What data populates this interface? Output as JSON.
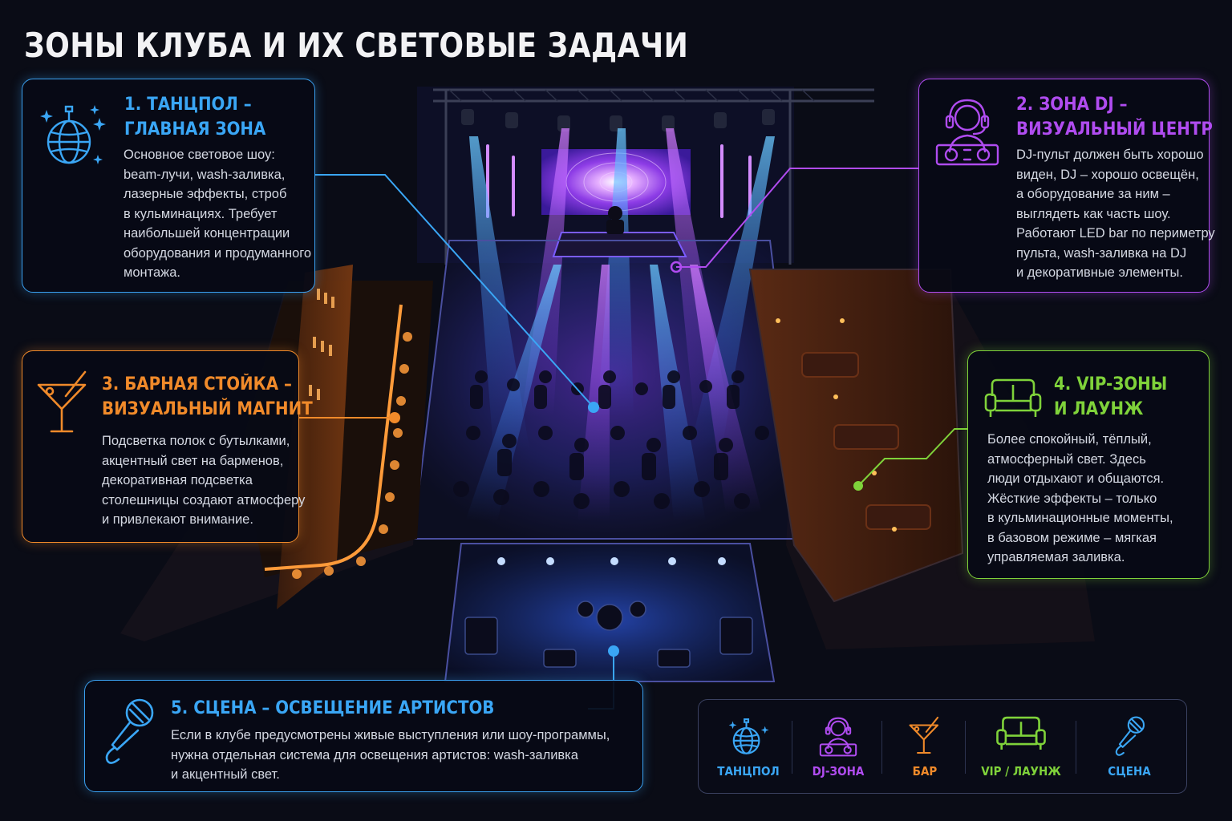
{
  "title": "ЗОНЫ КЛУБА И ИХ СВЕТОВЫЕ ЗАДАЧИ",
  "colors": {
    "background": "#0a0c16",
    "dancefloor": "#3aa6f5",
    "dj": "#b04cf0",
    "bar": "#f08a2a",
    "vip": "#7fd23a",
    "stage": "#3aa6f5"
  },
  "zones": [
    {
      "id": "dancefloor",
      "icon": "disco-ball-icon",
      "heading": [
        "1. ТАНЦПОЛ –",
        "ГЛАВНАЯ ЗОНА"
      ],
      "body": [
        "Основное световое шоу:",
        "beam-лучи, wash-заливка,",
        "лазерные эффекты, строб",
        "в кульминациях. Требует",
        "наибольшей концентрации",
        "оборудования и продуманного",
        "монтажа."
      ]
    },
    {
      "id": "dj",
      "icon": "dj-headphones-icon",
      "heading": [
        "2. ЗОНА DJ –",
        "ВИЗУАЛЬНЫЙ ЦЕНТР"
      ],
      "body": [
        "DJ-пульт должен быть хорошо",
        "виден, DJ – хорошо освещён,",
        "а оборудование за ним –",
        "выглядеть как часть шоу.",
        "Работают LED bar по периметру",
        "пульта, wash-заливка на DJ",
        "и декоративные элементы."
      ]
    },
    {
      "id": "bar",
      "icon": "cocktail-icon",
      "heading": [
        "3. БАРНАЯ СТОЙКА –",
        "ВИЗУАЛЬНЫЙ МАГНИТ"
      ],
      "body": [
        "Подсветка полок с бутылками,",
        "акцентный свет на барменов,",
        "декоративная подсветка",
        "столешницы создают атмосферу",
        "и привлекают внимание."
      ]
    },
    {
      "id": "vip",
      "icon": "sofa-icon",
      "heading": [
        "4. VIP-ЗОНЫ",
        "И ЛАУНЖ"
      ],
      "body": [
        "Более спокойный, тёплый,",
        "атмосферный свет. Здесь",
        "люди отдыхают и общаются.",
        "Жёсткие эффекты – только",
        "в кульминационные моменты,",
        "в базовом режиме – мягкая",
        "управляемая заливка."
      ]
    },
    {
      "id": "stage",
      "icon": "microphone-icon",
      "heading": [
        "5. СЦЕНА – ОСВЕЩЕНИЕ АРТИСТОВ"
      ],
      "body": [
        "Если в клубе предусмотрены живые выступления или шоу-программы,",
        "нужна отдельная система для освещения артистов: wash-заливка",
        "и акцентный свет."
      ]
    }
  ],
  "legend": [
    {
      "label": "ТАНЦПОЛ",
      "icon": "disco-ball-icon",
      "color": "#3aa6f5"
    },
    {
      "label": "DJ-ЗОНА",
      "icon": "dj-headphones-icon",
      "color": "#b04cf0"
    },
    {
      "label": "БАР",
      "icon": "cocktail-icon",
      "color": "#f08a2a"
    },
    {
      "label": "VIP / ЛАУНЖ",
      "icon": "sofa-icon",
      "color": "#7fd23a"
    },
    {
      "label": "СЦЕНА",
      "icon": "microphone-icon",
      "color": "#3aa6f5"
    }
  ]
}
